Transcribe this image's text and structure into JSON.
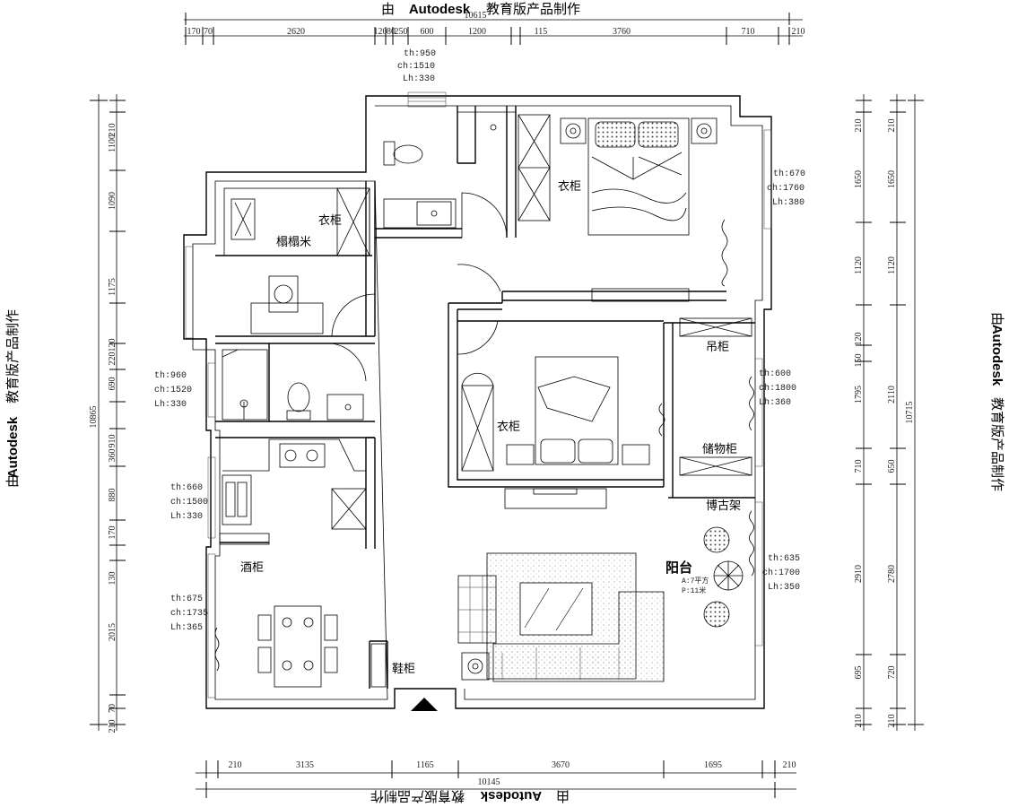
{
  "watermark": {
    "prefix": "由",
    "brand": "Autodesk",
    "suffix": "教育版产品制作"
  },
  "dimensions": {
    "top": [
      "170",
      "70",
      "2620",
      "120",
      "80",
      "250",
      "600",
      "1200",
      "115",
      "3760",
      "710",
      "210"
    ],
    "bottom": [
      "210",
      "3135",
      "1165",
      "3670",
      "1695",
      "210"
    ],
    "bottom_total": "10145",
    "top_total": "10615",
    "left": [
      "210",
      "1100",
      "1090",
      "1175",
      "120",
      "220",
      "690",
      "910",
      "360",
      "880",
      "170",
      "130",
      "2015",
      "210",
      "70"
    ],
    "left_total": "10865",
    "right_inner": [
      "210",
      "1650",
      "1120",
      "120",
      "150",
      "1795",
      "710",
      "2910",
      "695",
      "210"
    ],
    "right_outer": [
      "210",
      "1650",
      "1120",
      "2110",
      "650",
      "2780",
      "720",
      "210"
    ],
    "right_total": "10715"
  },
  "rooms": {
    "wardrobe_1": "衣柜",
    "tatami": "榻榻米",
    "wardrobe_2": "衣柜",
    "wardrobe_3": "衣柜",
    "hanging_cabinet": "吊柜",
    "storage_cabinet": "储物柜",
    "curio_shelf": "博古架",
    "wine_cabinet": "酒柜",
    "balcony": "阳台",
    "shoe_cabinet": "鞋柜"
  },
  "balcony_small": {
    "line1": "A:7平方",
    "line2": "P:11米"
  },
  "window_specs": {
    "top_center": [
      "th:950",
      "ch:1510",
      "Lh:330"
    ],
    "master_bedroom": [
      "th:670",
      "ch:1760",
      "Lh:380"
    ],
    "bathroom_left": [
      "th:960",
      "ch:1520",
      "Lh:330"
    ],
    "bedroom_right": [
      "th:600",
      "ch:1800",
      "Lh:360"
    ],
    "kitchen": [
      "th:660",
      "ch:1500",
      "Lh:330"
    ],
    "balcony": [
      "th:635",
      "ch:1700",
      "Lh:350"
    ],
    "dining": [
      "th:675",
      "ch:1735",
      "Lh:365"
    ]
  }
}
